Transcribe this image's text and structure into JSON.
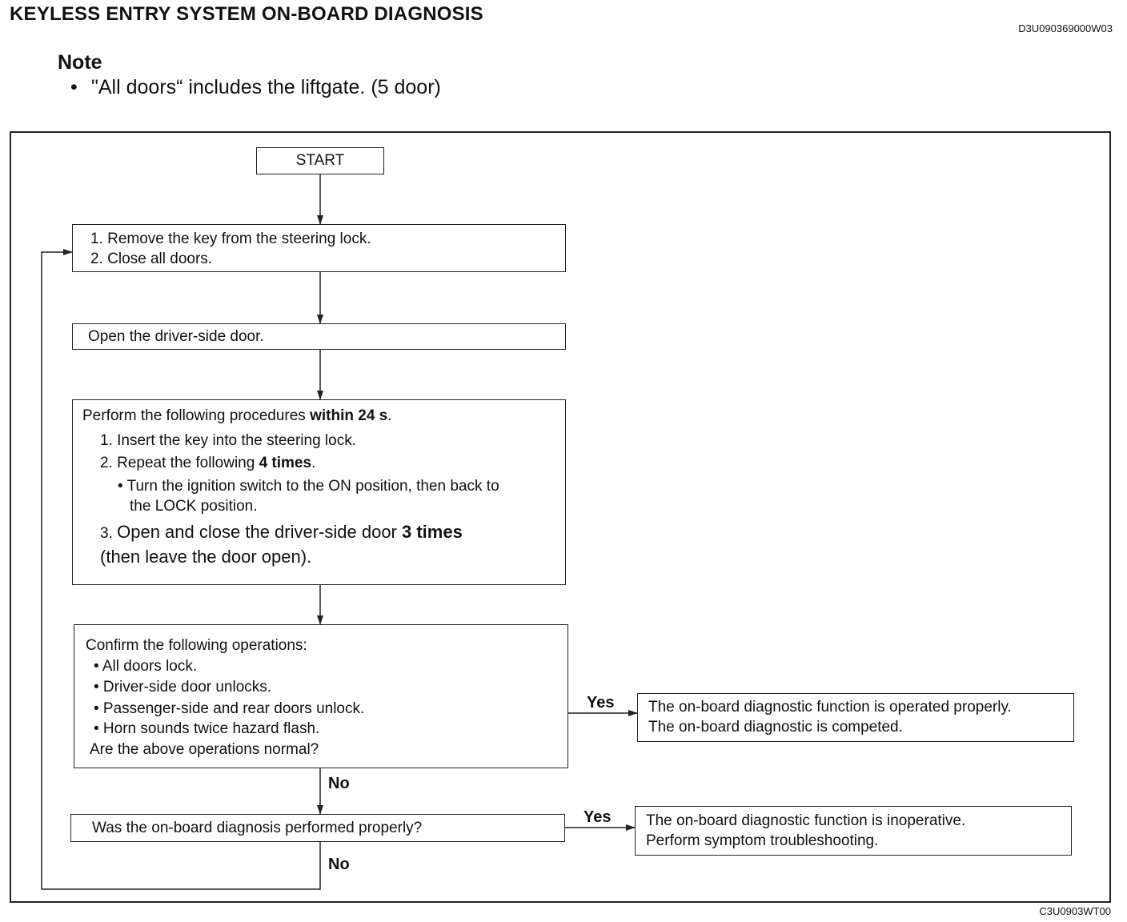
{
  "page": {
    "title": "KEYLESS ENTRY SYSTEM ON-BOARD DIAGNOSIS",
    "doc_code": "D3U090369000W03",
    "figure_code": "C3U0903WT00"
  },
  "note": {
    "heading": "Note",
    "bullet": "•",
    "item": "\"All doors“ includes the liftgate. (5 door)"
  },
  "flow": {
    "start": "START",
    "step1": {
      "line1": "1. Remove the key from the steering lock.",
      "line2": "2. Close all doors."
    },
    "step2": "Open the driver-side door.",
    "step3": {
      "intro": "Perform the following procedures ",
      "intro_bold": "within 24 s",
      "intro_end": ".",
      "item1": "1. Insert the key into the steering lock.",
      "item2": "2. Repeat the following ",
      "item2_bold": "4 times",
      "item2_end": ".",
      "sub_line1": "• Turn the ignition switch to the ON position, then back to",
      "sub_line2": "the LOCK position.",
      "item3_num": "3. ",
      "item3": "Open and close the driver-side door ",
      "item3_bold": "3 times",
      "item3_line2": "(then leave the door open)."
    },
    "step4": {
      "intro": "Confirm the following operations:",
      "items": [
        "• All doors lock.",
        "• Driver-side door unlocks.",
        "• Passenger-side and rear doors unlock.",
        "• Horn sounds twice hazard flash."
      ],
      "question": "Are the above operations normal?"
    },
    "step5": "Was the on-board diagnosis performed properly?",
    "result_ok": {
      "line1": "The on-board diagnostic function is operated properly.",
      "line2": "The on-board diagnostic is competed."
    },
    "result_fail": {
      "line1": "The on-board diagnostic function is inoperative.",
      "line2": "Perform symptom troubleshooting."
    },
    "labels": {
      "yes1": "Yes",
      "no1": "No",
      "yes2": "Yes",
      "no2": "No"
    }
  }
}
